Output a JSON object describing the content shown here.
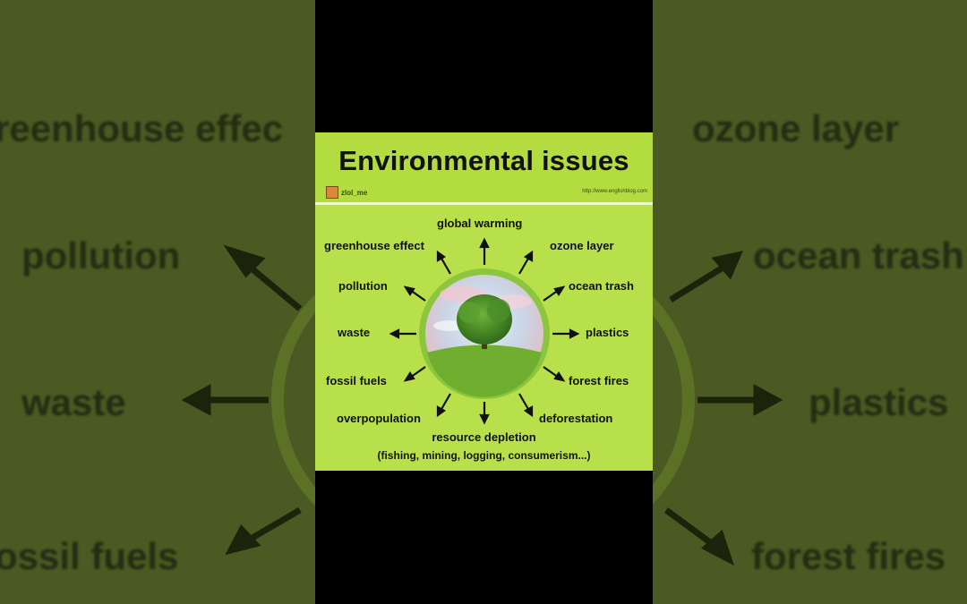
{
  "title": "Environmental issues",
  "author": "zlol_me",
  "url": "http://www.englishblog.com",
  "issues": {
    "global_warming": "global warming",
    "greenhouse_effect": "greenhouse effect",
    "ozone_layer": "ozone layer",
    "pollution": "pollution",
    "ocean_trash": "ocean trash",
    "waste": "waste",
    "plastics": "plastics",
    "fossil_fuels": "fossil fuels",
    "forest_fires": "forest fires",
    "overpopulation": "overpopulation",
    "deforestation": "deforestation",
    "resource_depletion": "resource depletion",
    "resource_depletion_detail": "(fishing, mining, logging, consumerism...)"
  },
  "background_left": [
    "reenhouse effec",
    "pollution",
    "waste",
    "ossil fuels"
  ],
  "background_right": [
    "ozone layer",
    "ocean trash",
    "plastics",
    "forest fires"
  ],
  "colors": {
    "card": "#b8e04a",
    "dark_bg": "#4a5a22",
    "frame": "#000000"
  }
}
